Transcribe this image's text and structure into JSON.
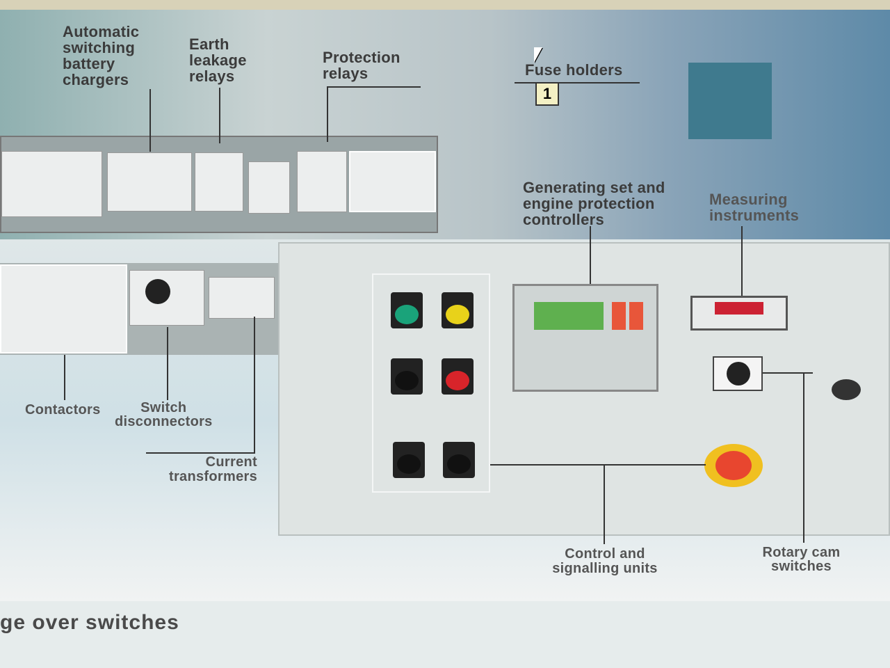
{
  "labels": {
    "battery_chargers": [
      "Automatic",
      "switching",
      "battery",
      "chargers"
    ],
    "earth_leakage": [
      "Earth",
      "leakage",
      "relays"
    ],
    "protection_relays": [
      "Protection",
      "relays"
    ],
    "fuse_holders": "Fuse holders",
    "genset_controllers": [
      "Generating set and",
      "engine protection",
      "controllers"
    ],
    "measuring_instruments": [
      "Measuring",
      "instruments"
    ],
    "contactors": "Contactors",
    "switch_disconnectors": [
      "Switch",
      "disconnectors"
    ],
    "current_transformers": [
      "Current",
      "transformers"
    ],
    "control_signalling": [
      "Control and",
      "signalling units"
    ],
    "rotary_cam": [
      "Rotary cam",
      "switches"
    ]
  },
  "tooltip_badge": "1",
  "section_heading": "ge over switches",
  "colors": {
    "green_lamp": "#1aa37a",
    "yellow_lamp": "#e8d21a",
    "red_button": "#d8242a",
    "emergency_stop": "#e8462f"
  }
}
